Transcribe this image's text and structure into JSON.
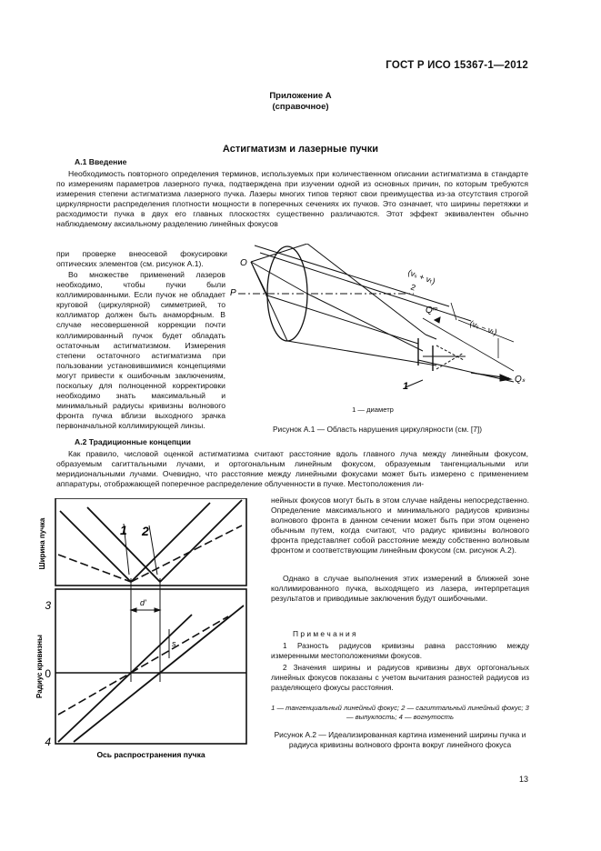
{
  "header": "ГОСТ Р ИСО 15367-1—2012",
  "annex": {
    "line1": "Приложение А",
    "line2": "(справочное)"
  },
  "title": "Астигматизм и лазерные пучки",
  "sec1": "А.1  Введение",
  "p1_full": "Необходимость повторного определения терминов, используемых при количественном описании астигматизма в стандарте по измерениям параметров лазерного пучка, подтверждена при изучении одной из основных причин, по которым требуются измерения степени астигматизма лазерного пучка. Лазеры многих типов теряют свои преимущества из-за отсутствия строгой циркулярности распределения плотности мощности в поперечных сечениях их пучков. Это означает, что ширины перетяжки и расходимости пучка в двух его главных плоскостях существенно различаются. Этот эффект эквивалентен обычно наблюдаемому аксиальному разделению линейных фокусов",
  "p1_left": "при проверке внеосевой фокусировки оптических элементов (см. рисунок А.1).",
  "p2": "Во множестве применений лазеров необходимо, чтобы пучки были коллимированными. Если пучок не обладает круговой (циркулярной) симметрией, то коллиматор должен быть анаморфным. В случае несовершенной коррекции почти коллимированный пучок будет обладать остаточным астигматизмом. Измерения степени остаточного астигматизма при пользовании установившимися концепциями могут привести к ошибочным заключениям, поскольку для полноценной корректировки необходимо знать максимальный и минимальный радиусы кривизны волнового фронта пучка вблизи выходного зрачка первоначальной коллимирующей линзы.",
  "fig1": {
    "label_O": "O",
    "label_P": "P",
    "label_Qm": "Qᵐ",
    "label_Qs": "Qₛ",
    "formula_top": "(vₛ + vₜ)",
    "formula_den": "2",
    "formula_bot": "(vₛ − vₜ)",
    "label_1": "1",
    "legend": "1 — диаметр",
    "caption": "Рисунок А.1 — Область нарушения циркулярности (см. [7])"
  },
  "sec2": "А.2  Традиционные концепции",
  "p3": "Как правило, числовой оценкой астигматизма считают расстояние вдоль главного луча между линейным фокусом, образуемым сагиттальными лучами, и ортогональным линейным фокусом, образуемым тангенциальными или меридиональными лучами. Очевидно, что расстояние между линейными фокусами может быть измерено с применением аппаратуры, отображающей поперечное распределение облученности в пучке. Местоположения ли-",
  "p4": "нейных фокусов могут быть в этом случае найдены непосредственно. Определение максимального и минимального радиусов кривизны волнового фронта в данном сечении может быть при этом оценено обычным путем, когда считают, что радиус кривизны волнового фронта представляет собой расстояние между собственно волновым фронтом и соответствующим линейным фокусом (см. рисунок А.2).",
  "p5": "Однако в случае выполнения этих измерений в ближней зоне коллимированного пучка, выходящего из лазера, интерпретация результатов и приводимые заключения будут ошибочными.",
  "notes_title": "П р и м е ч а н и я",
  "note1": "1  Разность радиусов кривизны равна расстоянию между измеренными местоположениями фокусов.",
  "note2": "2  Значения ширины и радиусов кривизны двух ортогональных линейных фокусов показаны с учетом вычитания разностей радиусов из разделяющего фокусы расстояния.",
  "fig2": {
    "ylabel_top": "Ширина пучка",
    "ylabel_bottom": "Радиус кривизны",
    "xlabel": "Ось распространения пучка",
    "label_1": "1",
    "label_2": "2",
    "label_3": "3",
    "label_0": "0",
    "label_4": "4",
    "label_d": "d'",
    "label_s": "s",
    "legend": "1 — тангенциальный линейный фокус; 2 — сагиттальный линейный фокус; 3 — выпуклость; 4 — вогнутость",
    "caption": "Рисунок А.2 — Идеализированная картина изменений ширины пучка и радиуса кривизны волнового фронта вокруг линейного фокуса"
  },
  "page_number": "13"
}
